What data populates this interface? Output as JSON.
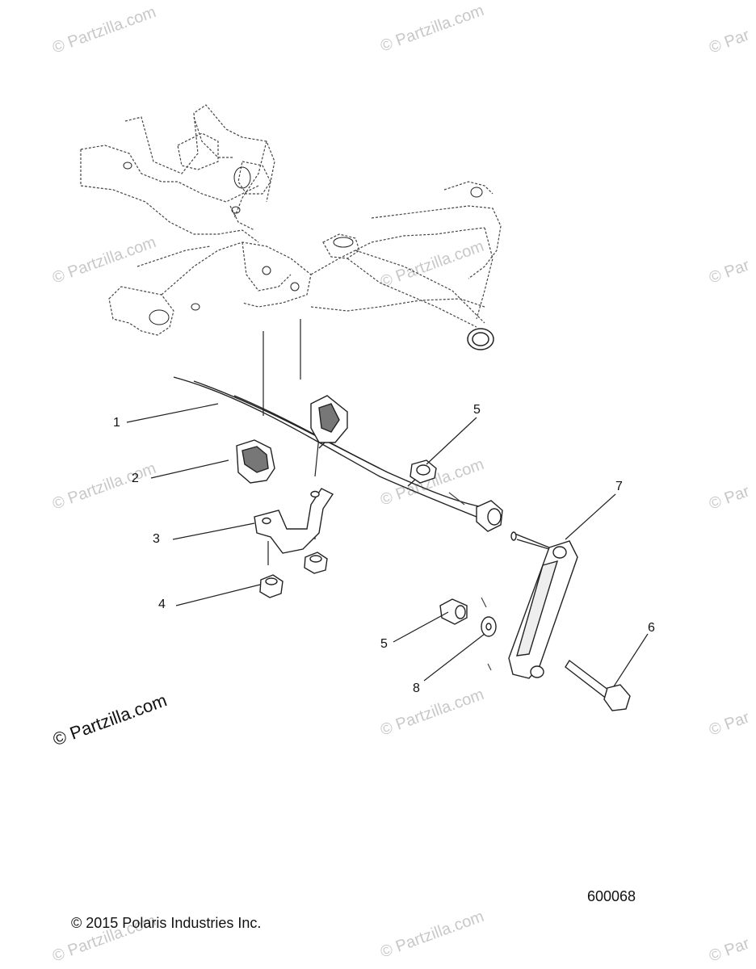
{
  "watermark": {
    "text": "© Partzilla.com",
    "text_short": "© Par"
  },
  "callouts": [
    "1",
    "2",
    "3",
    "4",
    "5",
    "5",
    "6",
    "7",
    "8"
  ],
  "footer": {
    "copyright": "© 2015 Polaris Industries Inc.",
    "reference": "600068"
  },
  "colors": {
    "line": "#222222",
    "dashed": "#444444",
    "watermark": "#c8c8c8"
  }
}
